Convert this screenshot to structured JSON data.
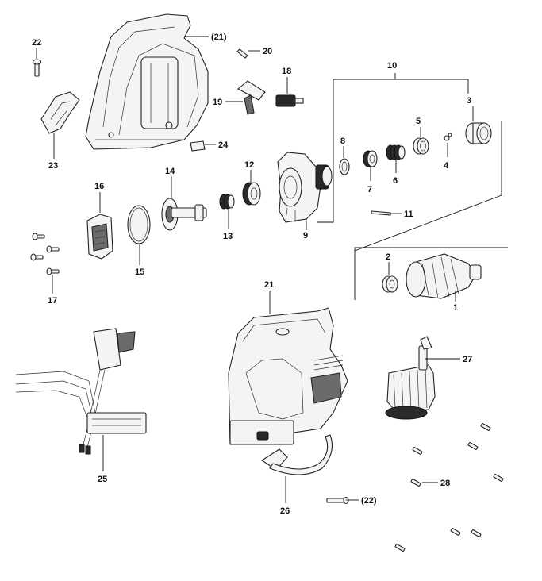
{
  "labels": {
    "l1": "1",
    "l2": "2",
    "l3": "3",
    "l4": "4",
    "l5": "5",
    "l6": "6",
    "l7": "7",
    "l8": "8",
    "l9": "9",
    "l10": "10",
    "l11": "11",
    "l12": "12",
    "l13": "13",
    "l14": "14",
    "l15": "15",
    "l16": "16",
    "l17": "17",
    "l18": "18",
    "l19": "19",
    "l20": "20",
    "l21a": "(21)",
    "l21b": "21",
    "l22a": "22",
    "l22b": "(22)",
    "l23": "23",
    "l24": "24",
    "l25": "25",
    "l26": "26",
    "l27": "27",
    "l28": "28"
  }
}
